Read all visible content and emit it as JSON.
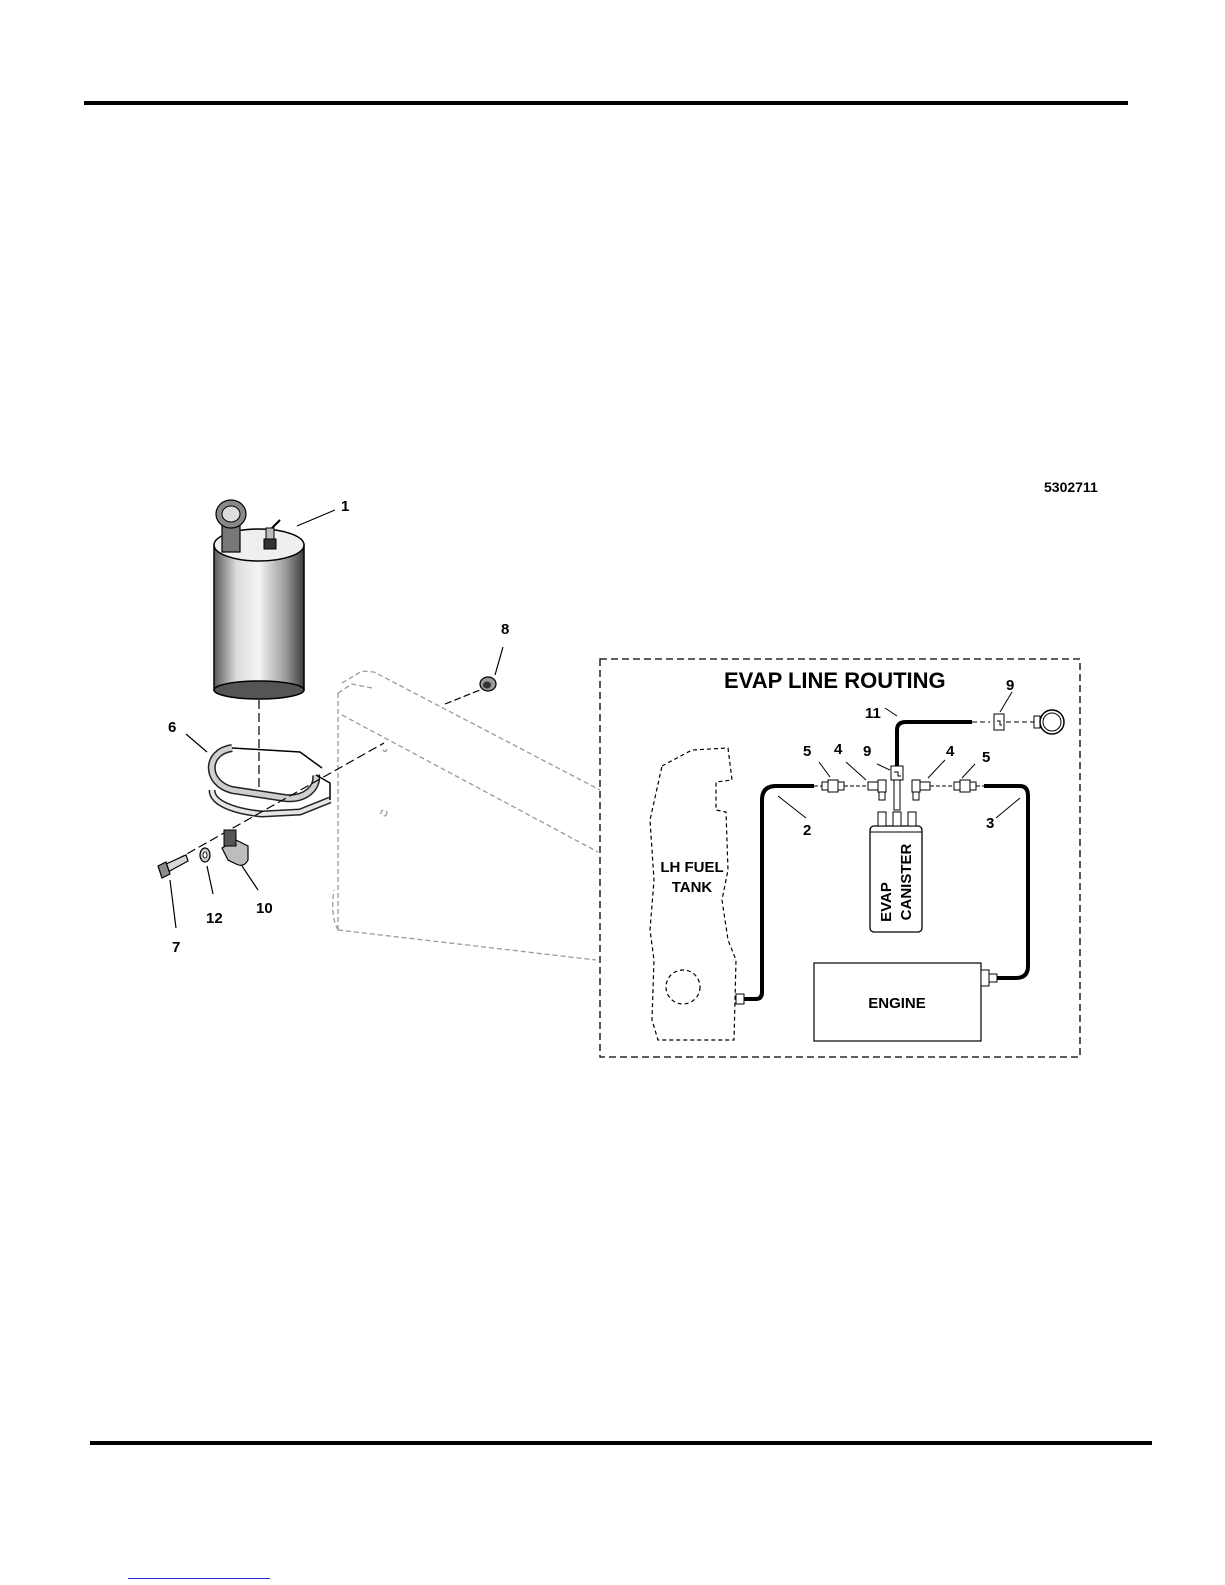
{
  "figure_number": "5302711",
  "inset": {
    "title": "EVAP LINE ROUTING",
    "fuel_tank_label": [
      "LH FUEL",
      "TANK"
    ],
    "canister_label": [
      "EVAP",
      "CANISTER"
    ],
    "engine_label": "ENGINE"
  },
  "callouts": {
    "c1": "1",
    "c2": "2",
    "c3": "3",
    "c4a": "4",
    "c4b": "4",
    "c5a": "5",
    "c5b": "5",
    "c6": "6",
    "c7": "7",
    "c8": "8",
    "c9a": "9",
    "c9b": "9",
    "c10": "10",
    "c11": "11",
    "c12": "12"
  }
}
